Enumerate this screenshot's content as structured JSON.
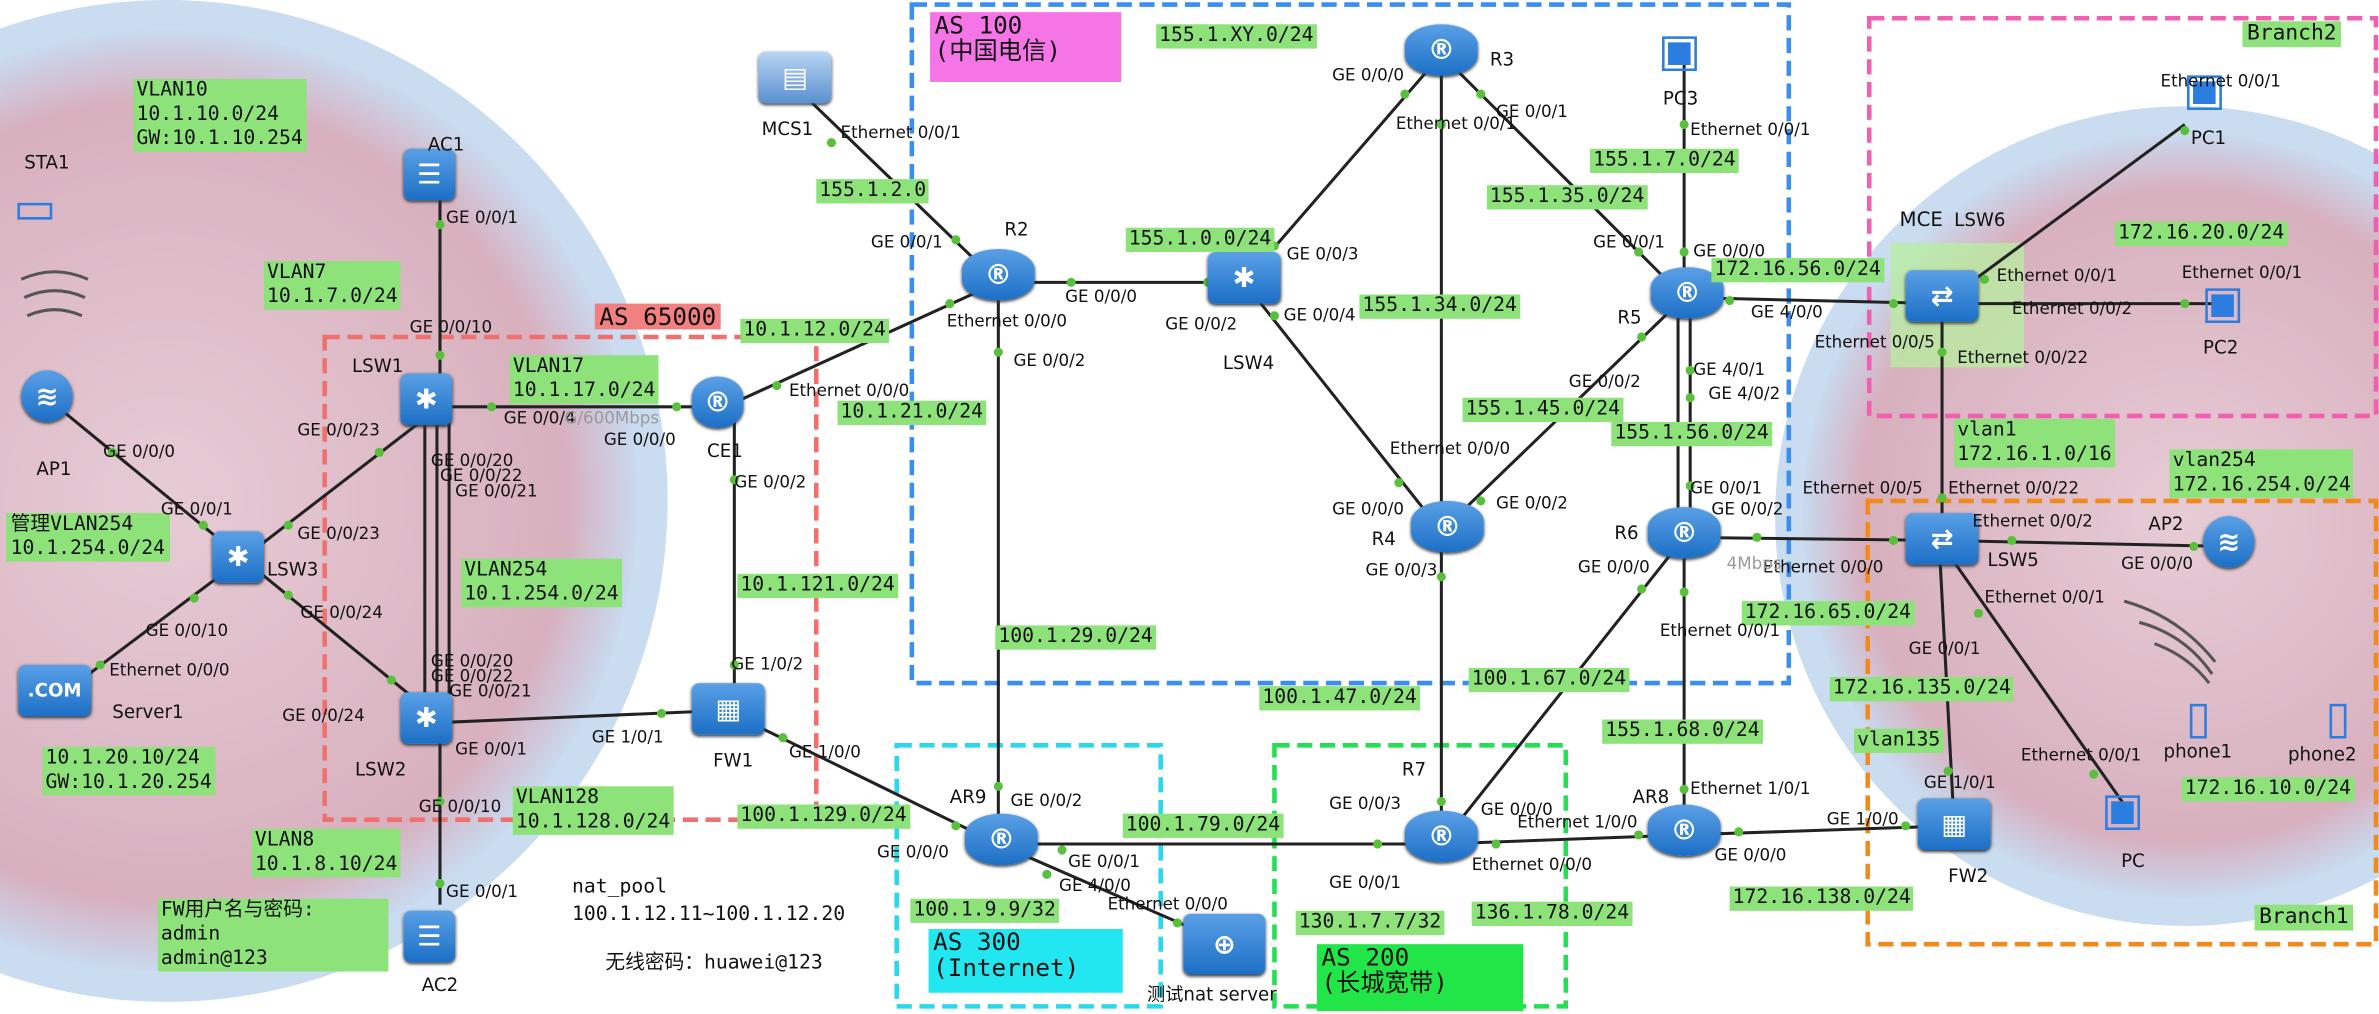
{
  "regions": {
    "as100": {
      "label": "AS 100\n(中国电信)",
      "color": "#3a8ef0"
    },
    "as65000": {
      "label": "AS 65000",
      "color": "#f07070"
    },
    "as300": {
      "label": "AS 300\n(Internet)",
      "color": "#29d8ea"
    },
    "as200": {
      "label": "AS 200\n(长城宽带)",
      "color": "#23e053"
    },
    "branch1": {
      "label": "Branch1",
      "color": "#f08a1c"
    },
    "branch2": {
      "label": "Branch2",
      "color": "#f05fb0"
    }
  },
  "devices": {
    "sta1": "STA1",
    "ap1": "AP1",
    "ac1": "AC1",
    "ac2": "AC2",
    "server1": "Server1",
    "lsw1": "LSW1",
    "lsw2": "LSW2",
    "lsw3": "LSW3",
    "ce1": "CE1",
    "fw1": "FW1",
    "mcs1": "MCS1",
    "r2": "R2",
    "r3": "R3",
    "r4": "R4",
    "r5": "R5",
    "r6": "R6",
    "r7": "R7",
    "lsw4": "LSW4",
    "ar8": "AR8",
    "ar9": "AR9",
    "pc3": "PC3",
    "nat_server": "测试nat server",
    "mce": "MCE",
    "lsw6": "LSW6",
    "lsw5": "LSW5",
    "pc1": "PC1",
    "pc2": "PC2",
    "ap2": "AP2",
    "phone1": "phone1",
    "phone2": "phone2",
    "pc": "PC",
    "fw2": "FW2"
  },
  "networks": [
    "VLAN10\n10.1.10.0/24\nGW:10.1.10.254",
    "VLAN7\n10.1.7.0/24",
    "VLAN17\n10.1.17.0/24",
    "VLAN254\n10.1.254.0/24",
    "VLAN128\n10.1.128.0/24",
    "10.1.20.10/24\nGW:10.1.20.254",
    "VLAN8\n10.1.8.10/24",
    "FW用户名与密码:\nadmin\nadmin@123",
    "10.1.12.0/24",
    "10.1.21.0/24",
    "10.1.121.0/24",
    "100.1.129.0/24",
    "155.1.2.0",
    "155.1.0.0/24",
    "155.1.XY.0/24",
    "100.1.29.0/24",
    "155.1.34.0/24",
    "155.1.35.0/24",
    "155.1.7.0/24",
    "155.1.45.0/24",
    "155.1.56.0/24",
    "100.1.47.0/24",
    "100.1.67.0/24",
    "155.1.68.0/24",
    "100.1.79.0/24",
    "100.1.9.9/32",
    "130.1.7.7/32",
    "136.1.78.0/24",
    "172.16.56.0/24",
    "172.16.20.0/24",
    "vlan1\n172.16.1.0/16",
    "vlan254\n172.16.254.0/24",
    "172.16.65.0/24",
    "172.16.135.0/24",
    "vlan135",
    "172.16.10.0/24",
    "172.16.138.0/24"
  ],
  "side_labels": {
    "mgmt": "管理VLAN254\n10.1.254.0/24",
    "nat_pool": "nat_pool\n100.1.12.11~100.1.12.20",
    "wifi": "无线密码：huawei@123"
  },
  "interfaces": [
    "GE 0/0/1",
    "GE 0/0/10",
    "GE 0/0/0",
    "GE 0/0/1",
    "GE 0/0/23",
    "GE 0/0/23",
    "GE 0/0/10",
    "Ethernet 0/0/0",
    "GE 0/0/24",
    "GE 0/0/24",
    "GE 0/0/20",
    "GE 0/0/22",
    "GE 0/0/21",
    "GE 0/0/20",
    "GE 0/0/22",
    "GE 0/0/21",
    "GE 0/0/1",
    "GE 0/0/10",
    "GE 0/0/1",
    "GE 0/0/4",
    "G/600Mbps",
    "GE 0/0/0",
    "Ethernet 0/0/0",
    "GE 0/0/2",
    "GE 1/0/2",
    "GE 1/0/1",
    "GE 1/0/0",
    "Ethernet 0/0/1",
    "GE 0/0/1",
    "Ethernet 0/0/0",
    "GE 0/0/2",
    "GE 0/0/0",
    "GE 0/0/2",
    "GE 0/0/3",
    "GE 0/0/4",
    "GE 0/0/0",
    "Ethernet 0/0/1",
    "GE 0/0/1",
    "Ethernet 0/0/1",
    "GE 0/0/1",
    "GE 0/0/0",
    "GE 4/0/0",
    "GE 0/0/2",
    "GE 4/0/1",
    "GE 4/0/2",
    "Ethernet 0/0/0",
    "GE 0/0/0",
    "GE 0/0/2",
    "GE 0/0/3",
    "GE 0/0/1",
    "GE 0/0/2",
    "GE 0/0/0",
    "Ethernet 0/0/0",
    "Ethernet 0/0/1",
    "GE 0/0/3",
    "GE 0/0/0",
    "GE 0/0/1",
    "Ethernet 0/0/0",
    "Ethernet 1/0/0",
    "Ethernet 1/0/1",
    "GE 0/0/0",
    "GE 1/0/0",
    "GE 0/0/2",
    "GE 0/0/0",
    "GE 0/0/1",
    "GE 4/0/0",
    "Ethernet 0/0/0",
    "Ethernet 0/0/1",
    "Ethernet 0/0/1",
    "Ethernet 0/0/2",
    "Ethernet 0/0/22",
    "Ethernet 0/0/5",
    "Ethernet 0/0/1",
    "Ethernet 0/0/5",
    "Ethernet 0/0/22",
    "Ethernet 0/0/2",
    "GE 0/0/0",
    "Ethernet 0/0/1",
    "GE 0/0/1",
    "Ethernet 0/0/1",
    "GE 1/0/1",
    "4Mbps"
  ]
}
